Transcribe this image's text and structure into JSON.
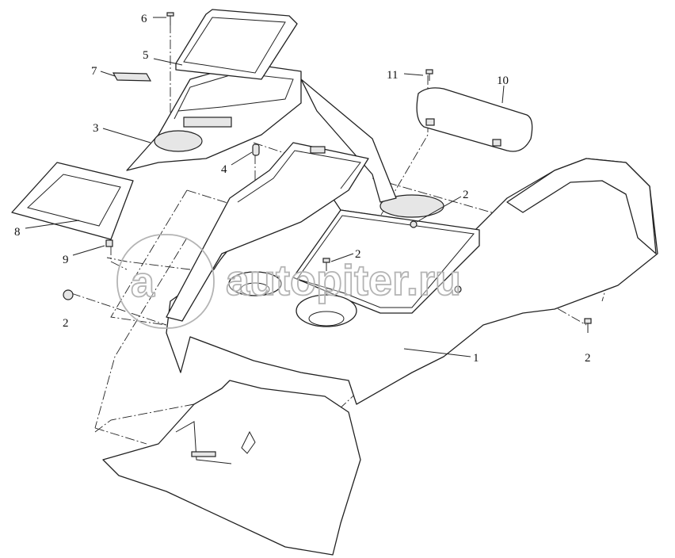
{
  "watermark": "autopiter.ru",
  "callouts": {
    "part_1": "1",
    "part_2_a": "2",
    "part_2_b": "2",
    "part_2_c": "2",
    "part_2_d": "2",
    "part_3": "3",
    "part_4": "4",
    "part_5": "5",
    "part_6": "6",
    "part_7": "7",
    "part_8": "8",
    "part_9": "9",
    "part_10": "10",
    "part_11": "11"
  }
}
